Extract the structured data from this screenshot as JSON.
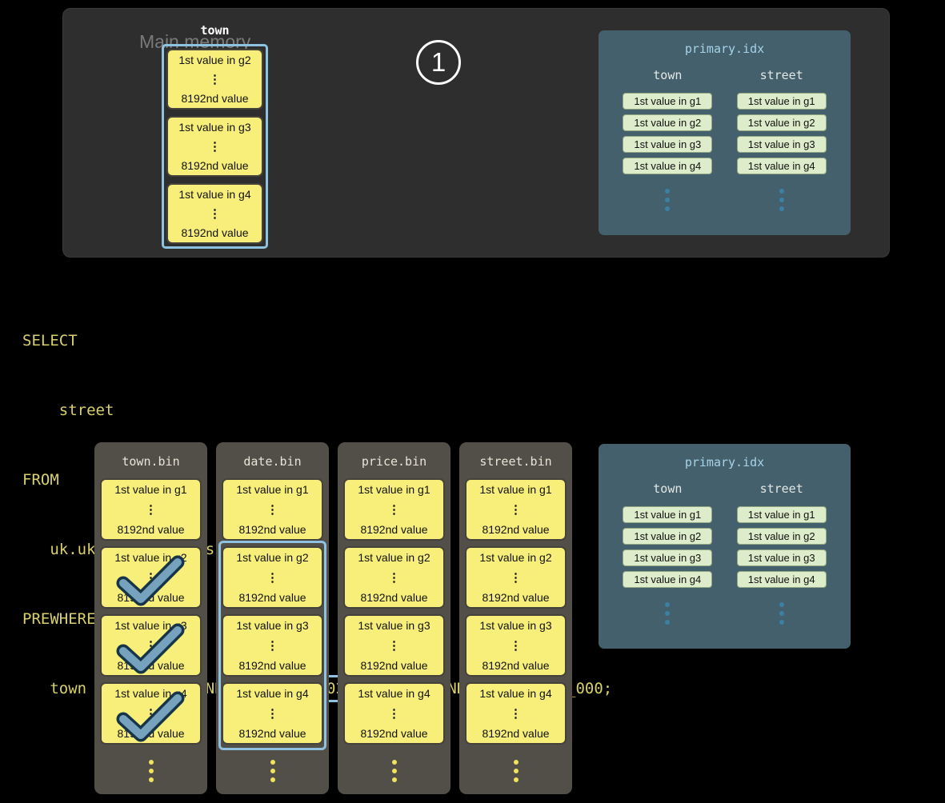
{
  "glyphs": {
    "vdots": "⋮"
  },
  "step_badge": {
    "number": "1"
  },
  "main_memory": {
    "label": "Main memory",
    "column_header": "town",
    "blocks": [
      {
        "first": "1st value in g2",
        "last": "8192nd value"
      },
      {
        "first": "1st value in g3",
        "last": "8192nd value"
      },
      {
        "first": "1st value in g4",
        "last": "8192nd value"
      }
    ]
  },
  "primary_index": {
    "title": "primary.idx",
    "columns": [
      {
        "header": "town",
        "chips": [
          "1st value in g1",
          "1st value in g2",
          "1st value in g3",
          "1st value in g4"
        ]
      },
      {
        "header": "street",
        "chips": [
          "1st value in g1",
          "1st value in g2",
          "1st value in g3",
          "1st value in g4"
        ]
      }
    ]
  },
  "sql": {
    "line1": "SELECT",
    "line2": "    street",
    "line3": "FROM",
    "line4": "   uk.uk_price_paid_simple",
    "line5": "PREWHERE",
    "line6_pre": "   town = 'LONDON' AND ",
    "line6_boxed": "date > '2024-12-31'",
    "line6_post": " AND price < 10_000;"
  },
  "bins": [
    {
      "title": "town.bin",
      "matched_granules": [
        "g2",
        "g3",
        "g4"
      ],
      "blocks": [
        {
          "first": "1st value in g1",
          "last": "8192nd value"
        },
        {
          "first": "1st value in g2",
          "last": "8192nd value"
        },
        {
          "first": "1st value in g3",
          "last": "8192nd value"
        },
        {
          "first": "1st value in g4",
          "last": "8192nd value"
        }
      ]
    },
    {
      "title": "date.bin",
      "highlighted_granules": [
        "g2",
        "g3",
        "g4"
      ],
      "blocks": [
        {
          "first": "1st value in g1",
          "last": "8192nd value"
        },
        {
          "first": "1st value in g2",
          "last": "8192nd value"
        },
        {
          "first": "1st value in g3",
          "last": "8192nd value"
        },
        {
          "first": "1st value in g4",
          "last": "8192nd value"
        }
      ]
    },
    {
      "title": "price.bin",
      "blocks": [
        {
          "first": "1st value in g1",
          "last": "8192nd value"
        },
        {
          "first": "1st value in g2",
          "last": "8192nd value"
        },
        {
          "first": "1st value in g3",
          "last": "8192nd value"
        },
        {
          "first": "1st value in g4",
          "last": "8192nd value"
        }
      ]
    },
    {
      "title": "street.bin",
      "blocks": [
        {
          "first": "1st value in g1",
          "last": "8192nd value"
        },
        {
          "first": "1st value in g2",
          "last": "8192nd value"
        },
        {
          "first": "1st value in g3",
          "last": "8192nd value"
        },
        {
          "first": "1st value in g4",
          "last": "8192nd value"
        }
      ]
    }
  ],
  "palette": {
    "background": "#000000",
    "memory_panel": "#2e2e2e",
    "granule_yellow": "#f7ef79",
    "highlight_blue": "#8fc2e0",
    "primary_idx_bg": "#44606d",
    "primary_idx_title": "#a6d3e8",
    "chip_green": "#ddeccb",
    "bin_panel": "#514f47",
    "sql_text": "#d8d06b",
    "check_blue": "#76a2bd"
  }
}
